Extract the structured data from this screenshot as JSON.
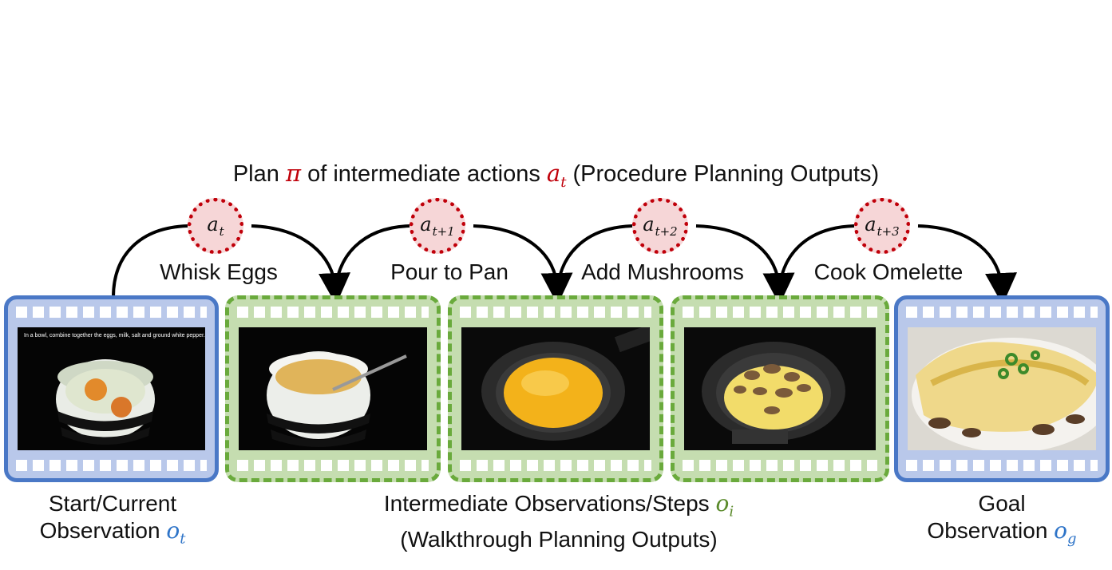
{
  "title": {
    "text1": "Plan ",
    "pi": "π",
    "text2": " of intermediate actions ",
    "a": "a",
    "a_sub": "t",
    "text3": " (Procedure Planning Outputs)"
  },
  "actions": [
    {
      "symbol": "a",
      "sub": "t",
      "label": "Whisk Eggs"
    },
    {
      "symbol": "a",
      "sub": "t+1",
      "label": "Pour to Pan"
    },
    {
      "symbol": "a",
      "sub": "t+2",
      "label": "Add Mushrooms"
    },
    {
      "symbol": "a",
      "sub": "t+3",
      "label": "Cook Omelette"
    }
  ],
  "frames": {
    "start_caption_text": "In a bowl, combine together the eggs, milk, salt and ground white pepper."
  },
  "captions": {
    "start_line1": "Start/Current",
    "start_line2": "Observation ",
    "start_var": "o",
    "start_sub": "t",
    "mid_line1": "Intermediate Observations/Steps ",
    "mid_var": "o",
    "mid_sub": "i",
    "mid_line2": "(Walkthrough Planning Outputs)",
    "goal_line1": "Goal",
    "goal_line2": "Observation ",
    "goal_var": "o",
    "goal_sub": "g"
  },
  "colors": {
    "action_red": "#c0000a",
    "observation_blue": "#2e74c8",
    "step_green": "#5a8a2b",
    "frame_blue": "#4a78c6",
    "frame_green": "#6aaa3c"
  }
}
